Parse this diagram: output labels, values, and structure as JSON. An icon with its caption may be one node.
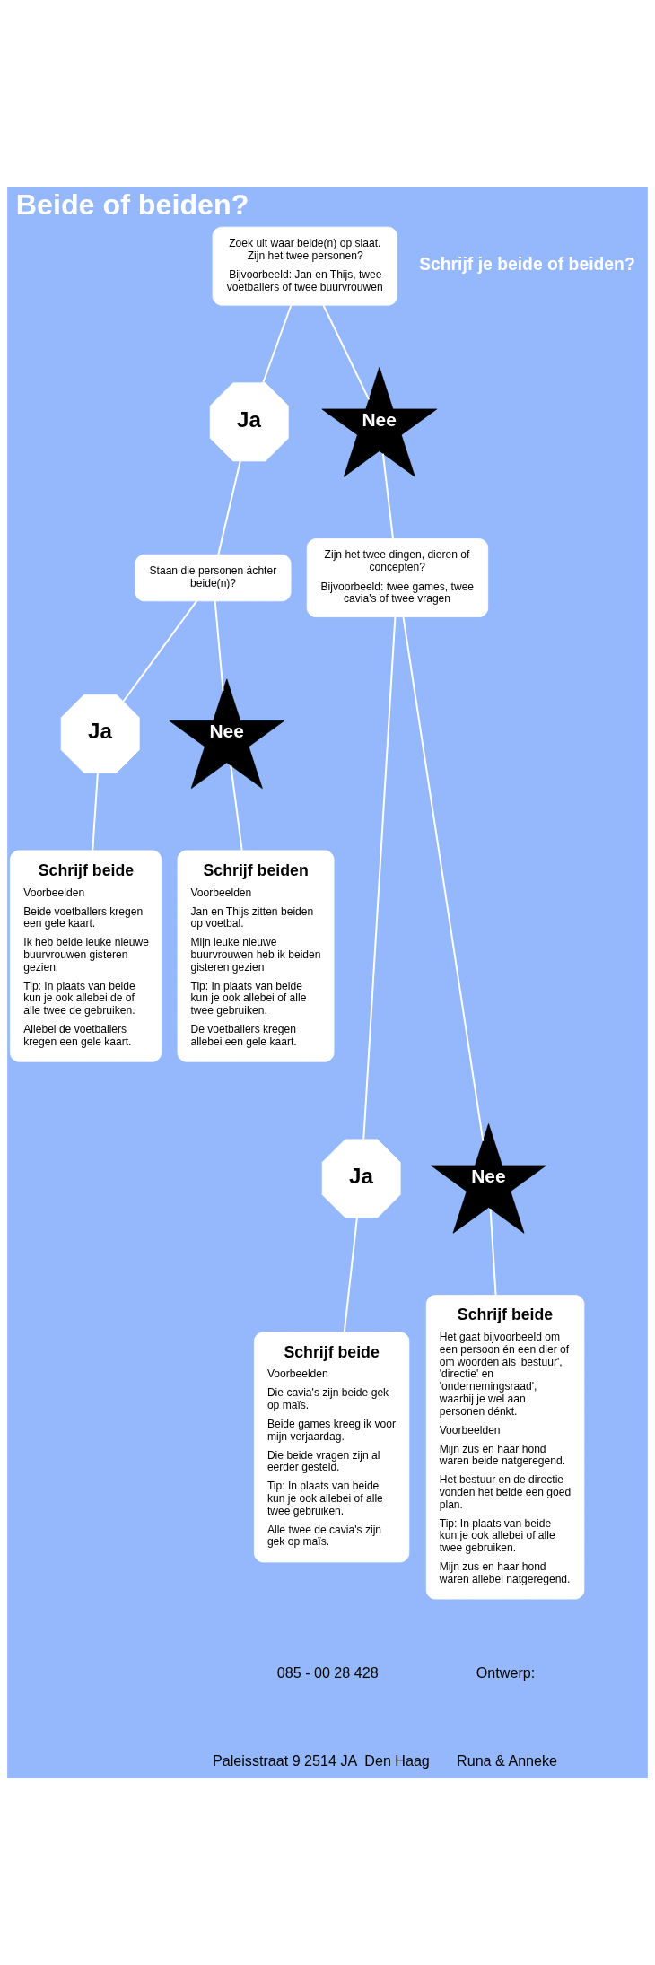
{
  "diagram": {
    "title": "Beide of beiden?",
    "nodes": [
      {
        "text": [
          "Zoek uit waar beide(n) op slaat. Zijn het twee personen?",
          "Bijvoorbeeld: Jan en Thijs, twee voetballers of twee buurvrouwen"
        ]
      },
      {
        "text": [
          "Ja"
        ]
      },
      {
        "text": [
          "Nee"
        ]
      },
      {
        "text": [
          "Staan die personen áchter beide(n)?"
        ]
      },
      {
        "text": [
          "Zijn het twee dingen, dieren of concepten?",
          "Bijvoorbeeld: twee games, twee cavia's of twee vragen"
        ]
      },
      {
        "text": [
          "Ja"
        ]
      },
      {
        "text": [
          "Nee"
        ]
      },
      {
        "text": [
          "Schrijf beide",
          "Voorbeelden",
          "Beide voetballers kregen een gele kaart.",
          "Ik heb beide leuke nieuwe buurvrouwen gisteren gezien.",
          "Tip: In plaats van beide kun je ook allebei de of alle twee de gebruiken.",
          "Allebei de voetballers kregen een gele kaart."
        ]
      },
      {
        "text": [
          "Schrijf beiden",
          "Voorbeelden",
          "Jan en Thijs zitten beiden op voetbal.",
          "Mijn leuke nieuwe buurvrouwen heb ik beiden gisteren gezien",
          "Tip: In plaats van beide kun je ook allebei of alle twee gebruiken.",
          "De voetballers kregen allebei een gele kaart."
        ]
      },
      {
        "text": [
          "Ja"
        ]
      },
      {
        "text": [
          "Nee"
        ]
      },
      {
        "text": [
          "Schrijf beide",
          "Voorbeelden",
          "Die cavia's zijn beide gek op maïs.",
          "Beide games kreeg ik voor mijn verjaardag.",
          "Die beide vragen zijn al eerder gesteld.",
          "Tip: In plaats van beide kun je ook allebei of alle twee gebruiken.",
          "Alle twee de cavia's zijn gek op maïs."
        ]
      },
      {
        "text": [
          "Schrijf beide",
          "Het gaat bijvoorbeeld om een persoon én een dier of om woorden als 'bestuur', 'directie' en 'ondernemingsraad', waarbij je wel aan personen dénkt.",
          "Voorbeelden",
          "Mijn zus en haar hond waren beide natgeregend.",
          "Het bestuur en de directie vonden het beide een goed plan.",
          "Tip: In plaats van beide kun je ook allebei of alle twee gebruiken.",
          "Mijn zus en haar hond waren allebei natgeregend."
        ]
      }
    ],
    "edges": [
      {
        "from": 0,
        "to": 1,
        "arrow": "none"
      },
      {
        "from": 0,
        "to": 2,
        "arrow": "none"
      },
      {
        "from": 1,
        "to": 3,
        "arrow": "none"
      },
      {
        "from": 2,
        "to": 4,
        "arrow": "none"
      },
      {
        "from": 3,
        "to": 5,
        "arrow": "none"
      },
      {
        "from": 3,
        "to": 6,
        "arrow": "none"
      },
      {
        "from": 5,
        "to": 7,
        "arrow": "none"
      },
      {
        "from": 6,
        "to": 8,
        "arrow": "none"
      },
      {
        "from": 4,
        "to": 9,
        "arrow": "none"
      },
      {
        "from": 4,
        "to": 10,
        "arrow": "none"
      },
      {
        "from": 9,
        "to": 11,
        "arrow": "none"
      },
      {
        "from": 10,
        "to": 12,
        "arrow": "none"
      }
    ],
    "labels": [
      "Schrijf je beide of beiden?",
      "085 - 00 28 428",
      "Paleisstraat 9 2514 JA  Den Haag",
      "Ontwerp:",
      "Runa & Anneke"
    ]
  }
}
